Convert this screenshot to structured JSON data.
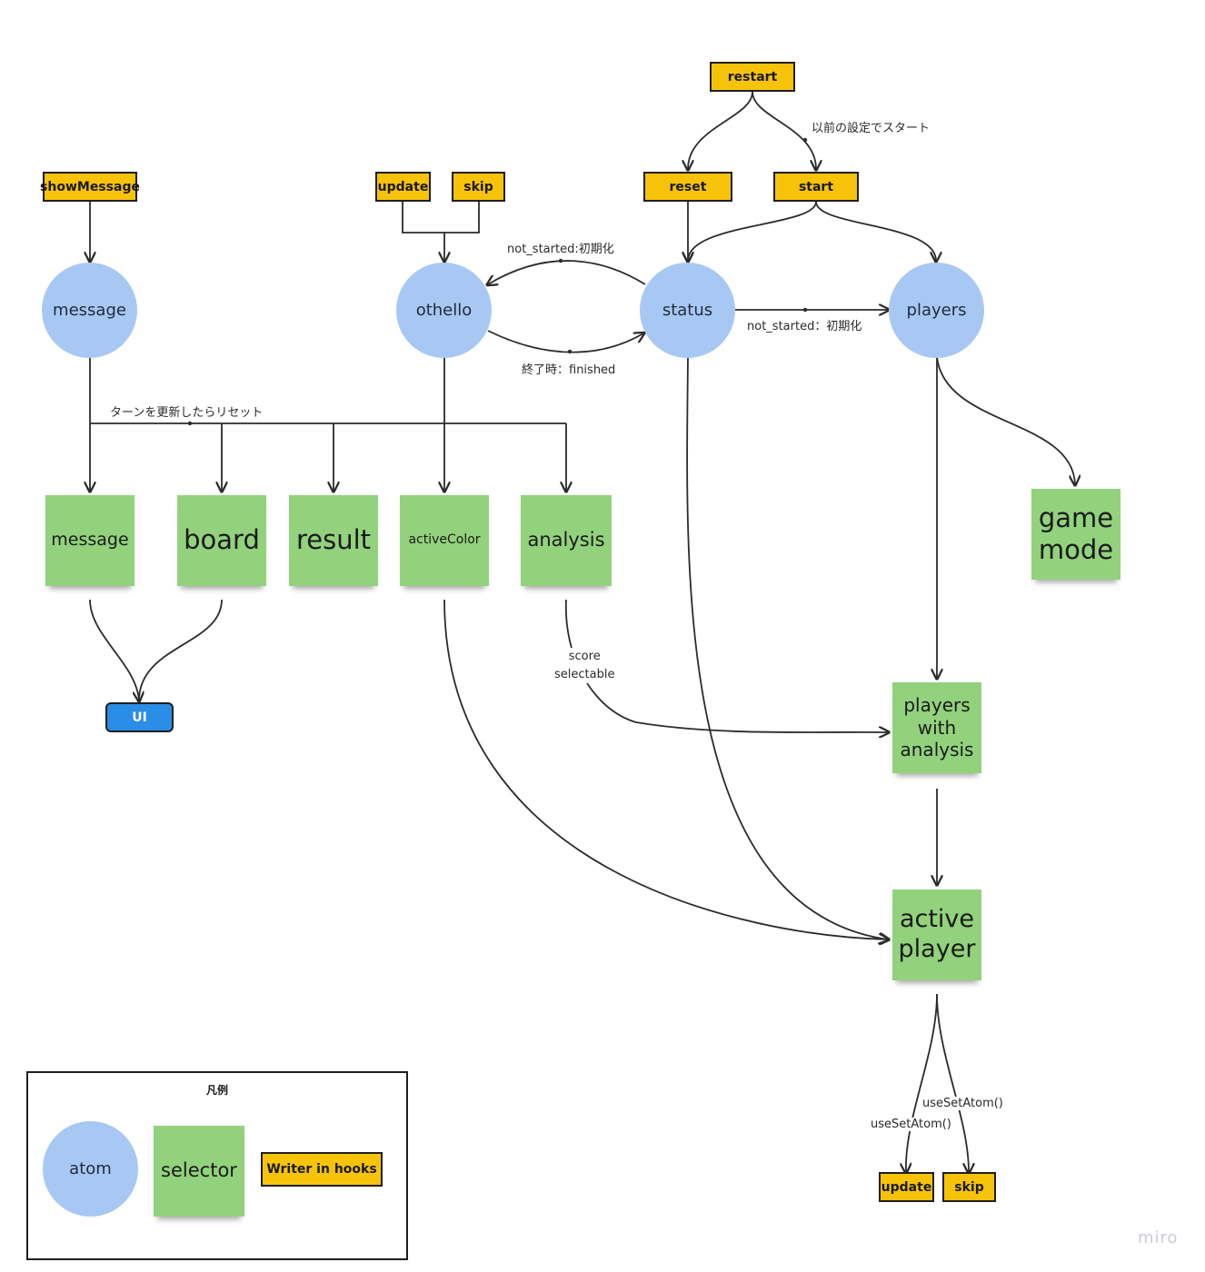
{
  "writers": {
    "restart": "restart",
    "showMessage": "showMessage",
    "update_top": "update",
    "skip_top": "skip",
    "reset": "reset",
    "start": "start",
    "update_bottom": "update",
    "skip_bottom": "skip"
  },
  "atoms": {
    "message": "message",
    "othello": "othello",
    "status": "status",
    "players": "players"
  },
  "selectors": {
    "message": "message",
    "board": "board",
    "result": "result",
    "activeColor": "activeColor",
    "analysis": "analysis",
    "game_mode": "game\nmode",
    "players_with_analysis": "players\nwith\nanalysis",
    "active_player": "active\nplayer"
  },
  "ui": "UI",
  "edge_labels": {
    "restart_start": "以前の設定でスタート",
    "status_othello": "not_started:初期化",
    "othello_status": "終了時：finished",
    "status_players": "not_started：初期化",
    "message_reset": "ターンを更新したらリセット",
    "analysis_to_pwa": "score\nselectable",
    "use_set_atom_1": "useSetAtom()",
    "use_set_atom_2": "useSetAtom()"
  },
  "legend": {
    "title": "凡例",
    "atom": "atom",
    "selector": "selector",
    "writer": "Writer in hooks"
  },
  "watermark": "miro",
  "colors": {
    "atom": "#a8c8f4",
    "selector": "#92d27c",
    "writer": "#f7c309",
    "ui": "#2a8de6",
    "edge": "#2b2b2b"
  }
}
